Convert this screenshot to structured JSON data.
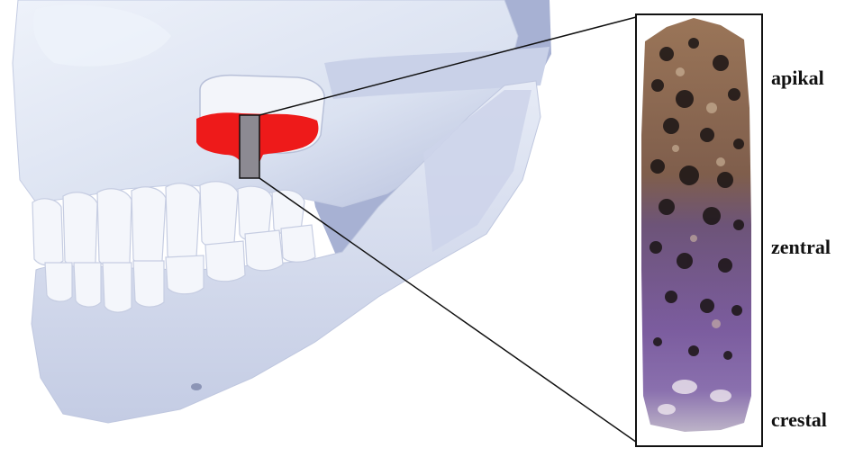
{
  "figure": {
    "colors": {
      "skull_fill": "#dde4f2",
      "skull_shadow": "#a9b3d4",
      "graft_red": "#ee1a1a",
      "biopsy_purple": "#7a5a9c",
      "biopsy_brown": "#8b6a52",
      "frame_line": "#111111"
    },
    "labels": {
      "apical": "apikal",
      "central": "zentral",
      "crestal": "crestal"
    }
  }
}
